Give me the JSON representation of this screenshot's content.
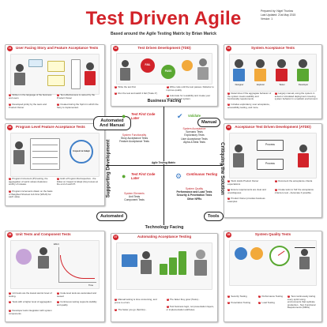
{
  "header": {
    "title": "Test Driven Agile",
    "subtitle": "Based around the Agile Testing Matrix by Brian Marick",
    "meta": [
      "Prepared by: Nigel Thurlow",
      "Last Updated: 21st May 2015",
      "Version: 1"
    ]
  },
  "panels": {
    "user_facing": {
      "title": "User Facing Story and Feature Acceptance Tests",
      "num": "01",
      "steps": [
        "Written in the language of the business and users",
        "Developed jointly by the team and Product Owner",
        "Test effectiveness is owned by the Product Owner",
        "Created during the Sprint in which the Story is implemented."
      ]
    },
    "tdd": {
      "title": "Test Driven Development (TDD)",
      "num": "02",
      "badges": [
        "FAIL",
        "PASS"
      ],
      "steps": [
        "Write the test first",
        "Run the test and watch it fail (\"Fake it\")",
        "Write code until the test passes. Refactor to improve quality",
        "Automate for reusability and create your incremental test system."
      ]
    },
    "system_acceptance": {
      "title": "System Acceptance Tests",
      "num": "03",
      "roles": [
        "Designer",
        "Explorer",
        "Tester",
        "Developer"
      ],
      "steps": [
        "Determines if the aggregate behavior of the system meets usability and functionality requirements",
        "Largely manual, using the system in actual or simulated deployment covering system behavior in a realistic environment.",
        "Includes exploratory, user acceptance, accessibility testing, and more."
      ]
    },
    "program_level": {
      "title": "Program Level Feature Acceptance Tests",
      "num": "04",
      "labels": [
        "Inspect & Adapt"
      ],
      "steps": [
        "Program Increment (PI) testing, the aggregation of sprint values (features) worthy of release.",
        "Program increments drawn on the basis of Weighted Shortest Job First (WSJF) for each value.",
        "Hold a Program Retrospective - the follow on Inspect & Adapt (IA) process at the end of each PI."
      ]
    },
    "atdd": {
      "title": "Acceptance Test Driven Development (ATDD)",
      "num": "05",
      "labels": [
        "Process",
        "Process"
      ],
      "steps": [
        "Work Holds Product Owner expectations",
        "Ensure requirements are clear and unambiguous",
        "Product Owner provides business examples",
        "Document the acceptance criteria",
        "Create tests to 'fail' the acceptance criteria to test - Automate if possible."
      ]
    },
    "unit_component": {
      "title": "Unit Tests and Component Tests",
      "num": "06",
      "labels": [
        "Effort",
        "Time"
      ],
      "steps": [
        "Unit tests are the lowest atomic level of testing.",
        "Developer created to ensure code works as intended",
        "Tests with a higher level of aggregation",
        "Developer tests integration with system components",
        "Code-level tests are automated and reused",
        "Continuous testing supports stability and quality"
      ]
    },
    "automating": {
      "title": "Automating Acceptance Testing",
      "num": "07",
      "steps": [
        "Manual testing is time consuming, and prone to errors.",
        "The faster you go (Sprints)...",
        "The faster they grow (Tests)...",
        "Test business logic, not presentation layers, or implementation attributes."
      ]
    },
    "system_quality": {
      "title": "System Quality Tests",
      "num": "08",
      "steps": [
        "Security Testing",
        "Penetration Testing",
        "Performance Testing",
        "Load Testing",
        "Test continuously during every sprint using environments that replicate production - Non Functional Requirements (NFRs)"
      ]
    }
  },
  "matrix": {
    "axis_top": "Business Facing",
    "axis_bottom": "Technology Facing",
    "axis_left": "Supporting Development",
    "axis_right": "Critiquing the Solution",
    "corner_tl": "Automated And Manual",
    "corner_tr": "Manual",
    "corner_bl": "Automated",
    "corner_br": "Tools",
    "center_top": "Agile Testing Matrix",
    "center_bottom": "Agile Testing Matrix",
    "q1": {
      "head": "Test First Code Later",
      "items": [
        "System Functionality",
        "Story Acceptance Tests",
        "Feature Acceptance Tests"
      ]
    },
    "q2": {
      "head": "Validate",
      "items": [
        "System Acceptance",
        "Scenario Tests",
        "Exploratory Tests",
        "User Acceptance Tests",
        "Alpha & Beta Tests"
      ]
    },
    "q3": {
      "head": "Test First Code Later",
      "items": [
        "System Elements",
        "Unit Tests",
        "Component Tests"
      ]
    },
    "q4": {
      "head": "Continuous Testing",
      "items": [
        "System Quality",
        "Performance and Load Tests",
        "Security & Penetration Tests",
        "Other NFRs"
      ]
    }
  },
  "colors": {
    "accent": "#d2232a",
    "green": "#5aa832",
    "blue": "#3f7fc8"
  }
}
